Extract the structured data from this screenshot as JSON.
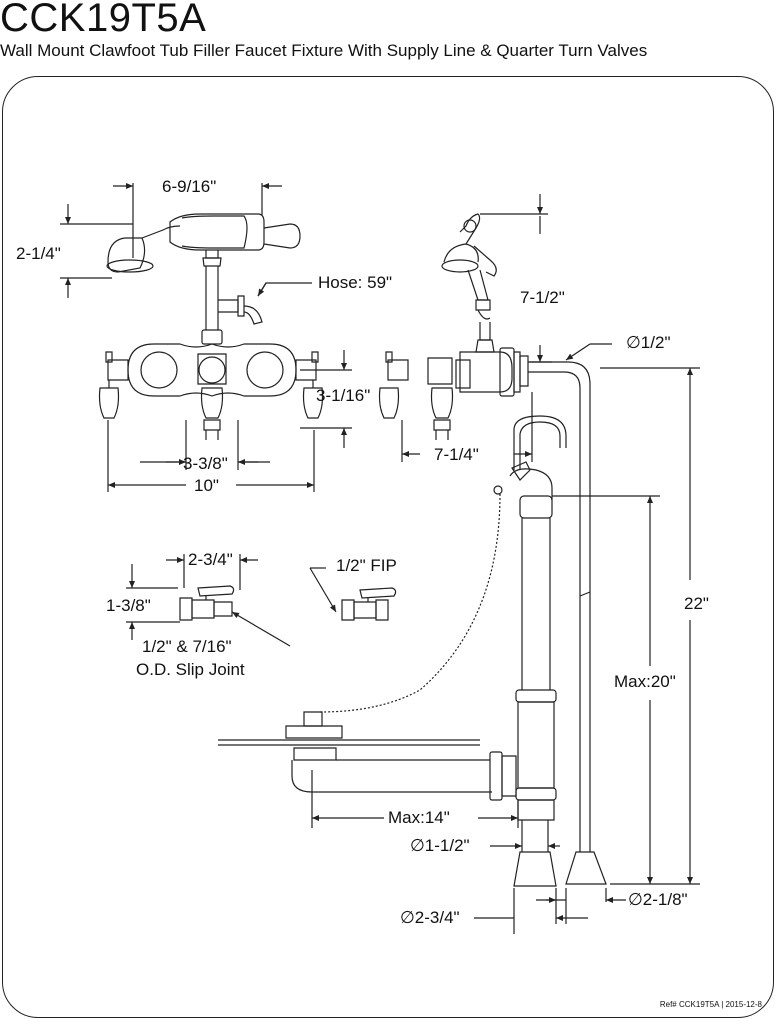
{
  "header": {
    "model": "CCK19T5A",
    "description": "Wall Mount Clawfoot Tub Filler Faucet Fixture With Supply Line & Quarter Turn Valves"
  },
  "dimensions": {
    "faucet_width_top": "6-9/16\"",
    "handshower_height": "2-1/4\"",
    "hose_length": "Hose: 59\"",
    "spout_depth": "7-1/2\"",
    "supply_diameter": "∅1/2\"",
    "handle_drop": "3-1/16\"",
    "center_spacing": "3-3/8\"",
    "overall_width": "10\"",
    "side_depth": "7-1/4\"",
    "valve_width": "2-3/4\"",
    "valve_height": "1-3/8\"",
    "valve_fip": "1/2\" FIP",
    "slip_joint_line1": "1/2\" & 7/16\"",
    "slip_joint_line2": "O.D. Slip Joint",
    "overall_height": "22\"",
    "max_supply_height": "Max:20\"",
    "max_drain_reach": "Max:14\"",
    "drain_diameter": "∅1-1/2\"",
    "foot_diameter": "∅2-1/8\"",
    "drain_foot_diameter": "∅2-3/4\""
  },
  "footer": {
    "reference": "Ref# CCK19T5A | 2015-12-8"
  }
}
